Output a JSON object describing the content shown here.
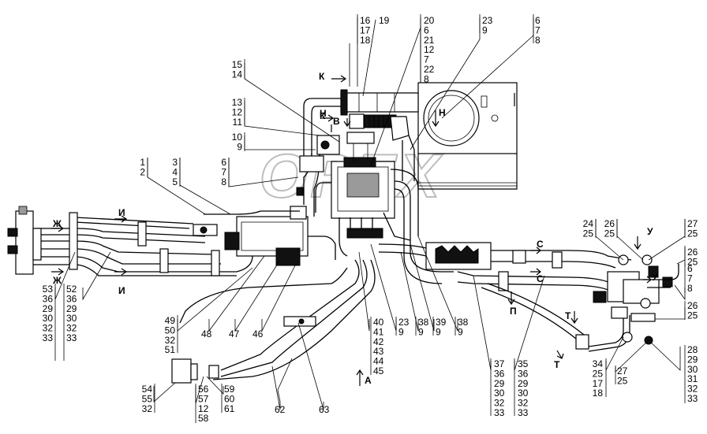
{
  "watermark": "OPEX",
  "labels": [
    {
      "id": "l-16-17-18",
      "lines": [
        "16",
        "17",
        "18"
      ]
    },
    {
      "id": "l-19",
      "lines": [
        "19"
      ]
    },
    {
      "id": "l-20",
      "lines": [
        "20",
        "6",
        "21",
        "12",
        "7",
        "22",
        "8"
      ]
    },
    {
      "id": "l-23-9",
      "lines": [
        "23",
        "9"
      ]
    },
    {
      "id": "l-6-7-8-top",
      "lines": [
        "6",
        "7",
        "8"
      ]
    },
    {
      "id": "l-15-14",
      "lines": [
        "15",
        "14"
      ]
    },
    {
      "id": "l-13-12-11",
      "lines": [
        "13",
        "12",
        "11"
      ]
    },
    {
      "id": "l-10-9",
      "lines": [
        "10",
        "9"
      ]
    },
    {
      "id": "l-1-2",
      "lines": [
        "1",
        "2"
      ]
    },
    {
      "id": "l-3-4-5",
      "lines": [
        "3",
        "4",
        "5"
      ]
    },
    {
      "id": "l-6-7-8-mid",
      "lines": [
        "6",
        "7",
        "8"
      ]
    },
    {
      "id": "l-24-25",
      "lines": [
        "24",
        "25"
      ]
    },
    {
      "id": "l-26-25-top",
      "lines": [
        "26",
        "25"
      ]
    },
    {
      "id": "l-27-25-top",
      "lines": [
        "27",
        "25"
      ]
    },
    {
      "id": "l-26-25-right",
      "lines": [
        "26",
        "25"
      ]
    },
    {
      "id": "l-6-7-8-right",
      "lines": [
        "6",
        "7",
        "8"
      ]
    },
    {
      "id": "l-26-25-low",
      "lines": [
        "26",
        "25"
      ]
    },
    {
      "id": "l-28-33",
      "lines": [
        "28",
        "29",
        "30",
        "31",
        "32",
        "33"
      ]
    },
    {
      "id": "l-53",
      "lines": [
        "53",
        "36",
        "29",
        "30",
        "32",
        "33"
      ]
    },
    {
      "id": "l-52",
      "lines": [
        "52",
        "36",
        "29",
        "30",
        "32",
        "33"
      ]
    },
    {
      "id": "l-49",
      "lines": [
        "49",
        "50",
        "32",
        "51"
      ]
    },
    {
      "id": "l-48",
      "lines": [
        "48"
      ]
    },
    {
      "id": "l-47",
      "lines": [
        "47"
      ]
    },
    {
      "id": "l-46",
      "lines": [
        "46"
      ]
    },
    {
      "id": "l-40",
      "lines": [
        "40",
        "41",
        "42",
        "43",
        "44",
        "45"
      ]
    },
    {
      "id": "l-23-9-low",
      "lines": [
        "23",
        "9"
      ]
    },
    {
      "id": "l-38-9-a",
      "lines": [
        "38",
        "9"
      ]
    },
    {
      "id": "l-39-9",
      "lines": [
        "39",
        "9"
      ]
    },
    {
      "id": "l-38-9-b",
      "lines": [
        "38",
        "9"
      ]
    },
    {
      "id": "l-37",
      "lines": [
        "37",
        "36",
        "29",
        "30",
        "32",
        "33"
      ]
    },
    {
      "id": "l-35",
      "lines": [
        "35",
        "36",
        "29",
        "30",
        "32",
        "33"
      ]
    },
    {
      "id": "l-34",
      "lines": [
        "34",
        "25",
        "17",
        "18"
      ]
    },
    {
      "id": "l-27-25-low",
      "lines": [
        "27",
        "25"
      ]
    },
    {
      "id": "l-54",
      "lines": [
        "54",
        "55",
        "32"
      ]
    },
    {
      "id": "l-56",
      "lines": [
        "56",
        "57",
        "12",
        "58"
      ]
    },
    {
      "id": "l-59",
      "lines": [
        "59",
        "60",
        "61"
      ]
    },
    {
      "id": "l-62",
      "lines": [
        "62"
      ]
    },
    {
      "id": "l-63",
      "lines": [
        "63"
      ]
    }
  ],
  "views": {
    "K_top": "К",
    "K_mid": "К",
    "N_left": "Н",
    "N_right": "Н",
    "V": "В",
    "I_top": "И",
    "I_bot": "И",
    "Zh_top": "Ж",
    "Zh_bot": "Ж",
    "S_top": "С",
    "S_bot": "С",
    "P": "П",
    "U_top": "У",
    "U_mid": "У",
    "T_top": "Т",
    "T_bot": "Т",
    "A": "А"
  }
}
